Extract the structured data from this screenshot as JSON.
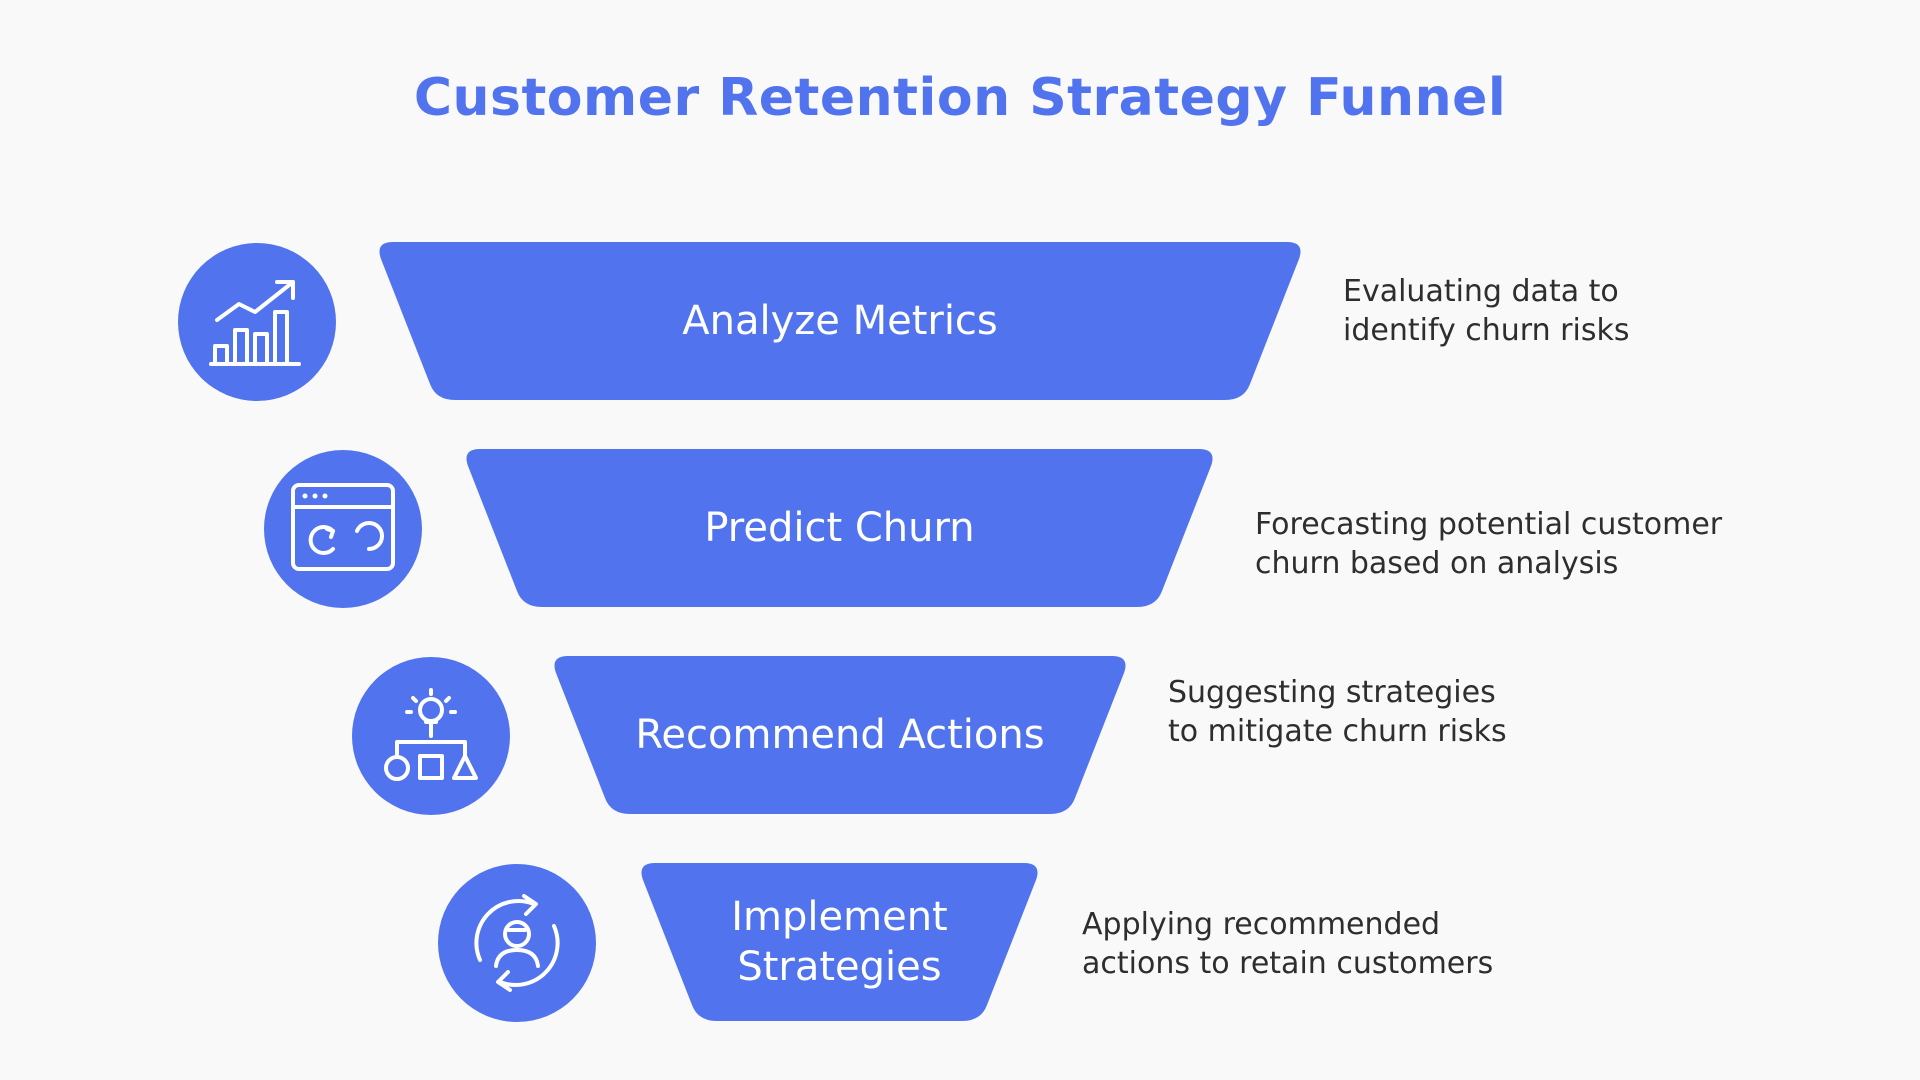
{
  "title": "Customer Retention Strategy Funnel",
  "colors": {
    "accent": "#5174ee",
    "background": "#f9f9f9",
    "text": "#2e2e2e",
    "label": "#ffffff"
  },
  "stages": [
    {
      "label": "Analyze Metrics",
      "icon": "bar-chart-growth-icon",
      "description": "Evaluating data to\nidentify churn risks"
    },
    {
      "label": "Predict Churn",
      "icon": "browser-window-cycle-icon",
      "description": "Forecasting potential customer\nchurn based on analysis"
    },
    {
      "label": "Recommend Actions",
      "icon": "lightbulb-shapes-icon",
      "description": "Suggesting strategies\nto mitigate churn risks"
    },
    {
      "label": "Implement\nStrategies",
      "icon": "user-cycle-icon",
      "description": "Applying recommended\nactions to retain customers"
    }
  ]
}
